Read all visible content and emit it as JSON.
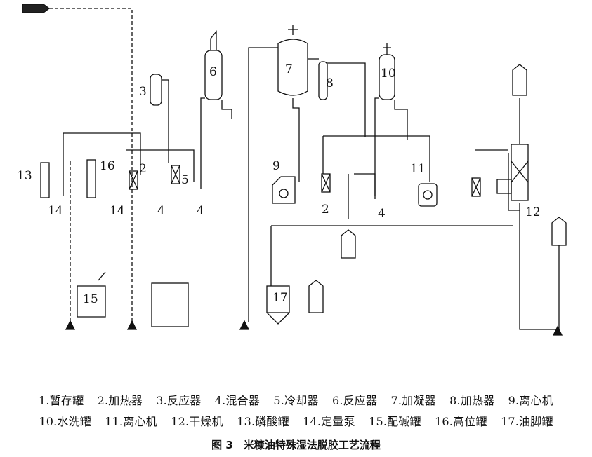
{
  "title": "",
  "equipment_labels": {
    "e2a": "2",
    "e2b": "2",
    "e3": "3",
    "e4a": "4",
    "e4b": "4",
    "e4c": "4",
    "e5": "5",
    "e6": "6",
    "e7": "7",
    "e8": "8",
    "e9": "9",
    "e10": "10",
    "e11": "11",
    "e12": "12",
    "e13": "13",
    "e14a": "14",
    "e14b": "14",
    "e15": "15",
    "e16": "16",
    "e17": "17"
  },
  "legend": {
    "row1": [
      "1.暂存罐",
      "2.加热器",
      "3.反应器",
      "4.混合器",
      "5.冷却器",
      "6.反应器",
      "7.加凝器",
      "8.加热器",
      "9.离心机"
    ],
    "row2": [
      "10.水洗罐",
      "11.离心机",
      "12.干燥机",
      "13.磷酸罐",
      "14.定量泵",
      "15.配碱罐",
      "16.高位罐",
      "17.油脚罐"
    ]
  },
  "caption": "图 3　米糠油特殊湿法脱胶工艺流程"
}
